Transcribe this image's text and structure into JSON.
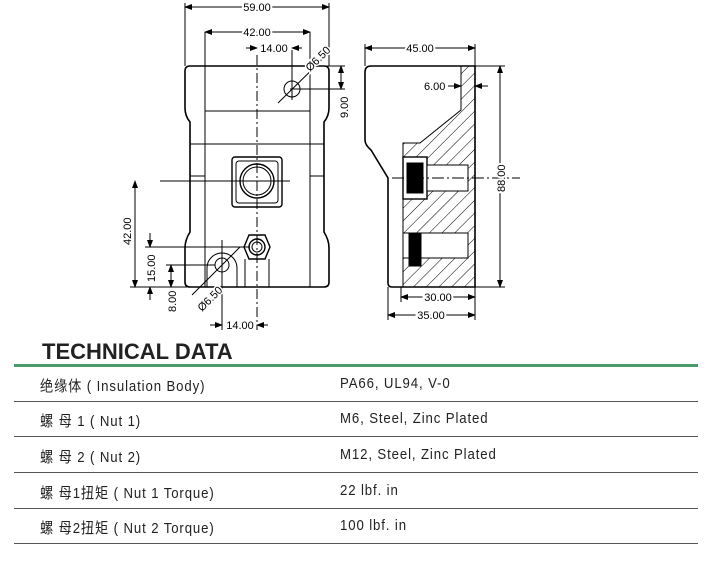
{
  "drawing": {
    "front_view": {
      "dim_width_total": "59.00",
      "dim_width_inner": "42.00",
      "dim_hole_offset_top": "14.00",
      "dim_hole_dia_top": "Ø6.50",
      "dim_hole_from_top": "9.00",
      "dim_nut_height": "42.00",
      "dim_nut2_height": "15.00",
      "dim_lug_height": "8.00",
      "dim_hole_dia_bottom": "Ø6.50",
      "dim_hole_offset_bottom": "14.00"
    },
    "side_view": {
      "dim_depth": "45.00",
      "dim_wall": "6.00",
      "dim_height": "88.00",
      "dim_base_inner": "30.00",
      "dim_base_outer": "35.00"
    }
  },
  "technical_data": {
    "title": "TECHNICAL DATA",
    "accent_color": "#4a9a6a",
    "rows": [
      {
        "label": "绝缘体 ( Insulation Body)",
        "value": "PA66, UL94, V-0"
      },
      {
        "label": "螺 母 1 ( Nut 1)",
        "value": "M6, Steel, Zinc Plated"
      },
      {
        "label": "螺 母 2 ( Nut 2)",
        "value": "M12, Steel, Zinc Plated"
      },
      {
        "label": "螺 母1扭矩 ( Nut 1 Torque)",
        "value": "22 lbf. in"
      },
      {
        "label": "螺 母2扭矩 ( Nut 2 Torque)",
        "value": "100 lbf. in"
      }
    ]
  }
}
